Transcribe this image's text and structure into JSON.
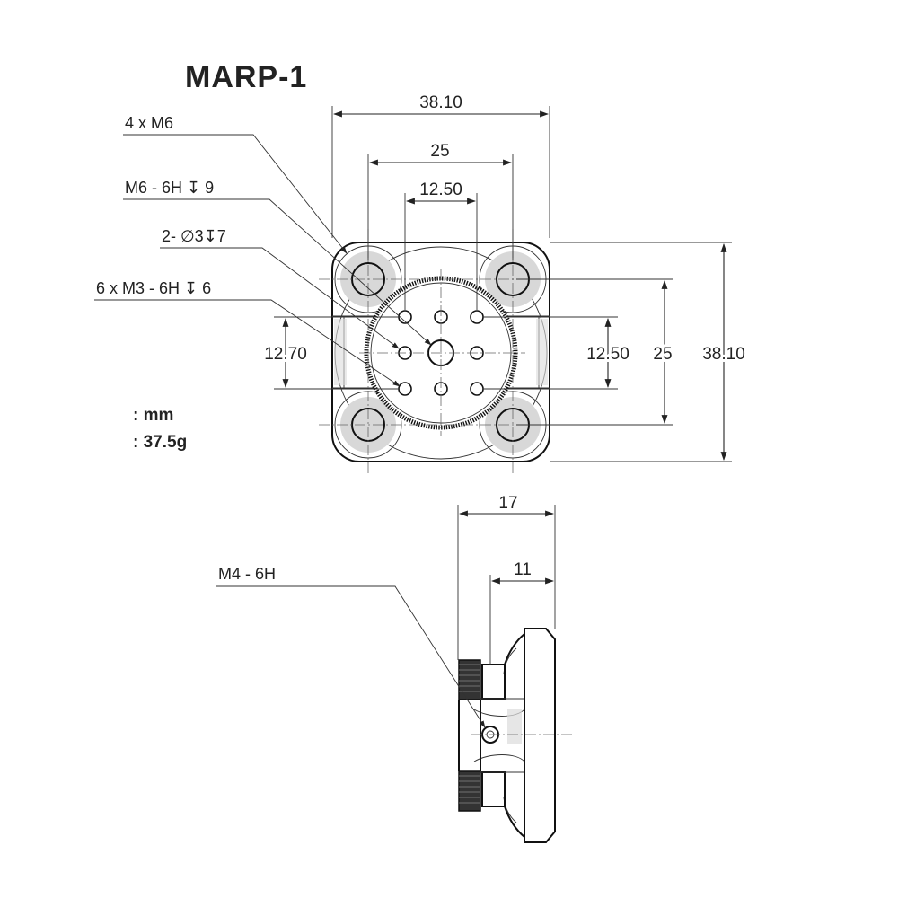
{
  "title": "MARP-1",
  "dimensions": {
    "top_overall_width": "38.10",
    "top_hole_spacing": "25",
    "top_center_pattern": "12.50",
    "left_height": "12.70",
    "right_inner": "12.50",
    "right_hole_spacing": "25",
    "right_overall_height": "38.10",
    "side_width": "17",
    "side_depth": "11"
  },
  "callouts": {
    "mount_holes": "4 x M6",
    "center_thread": "M6 - 6H ↧ 9",
    "pin_holes": "2- ∅3↧7",
    "small_threads": "6 x  M3 - 6H ↧ 6",
    "side_thread": "M4 - 6H"
  },
  "specs": {
    "unit": ":  mm",
    "weight": ":  37.5g"
  }
}
